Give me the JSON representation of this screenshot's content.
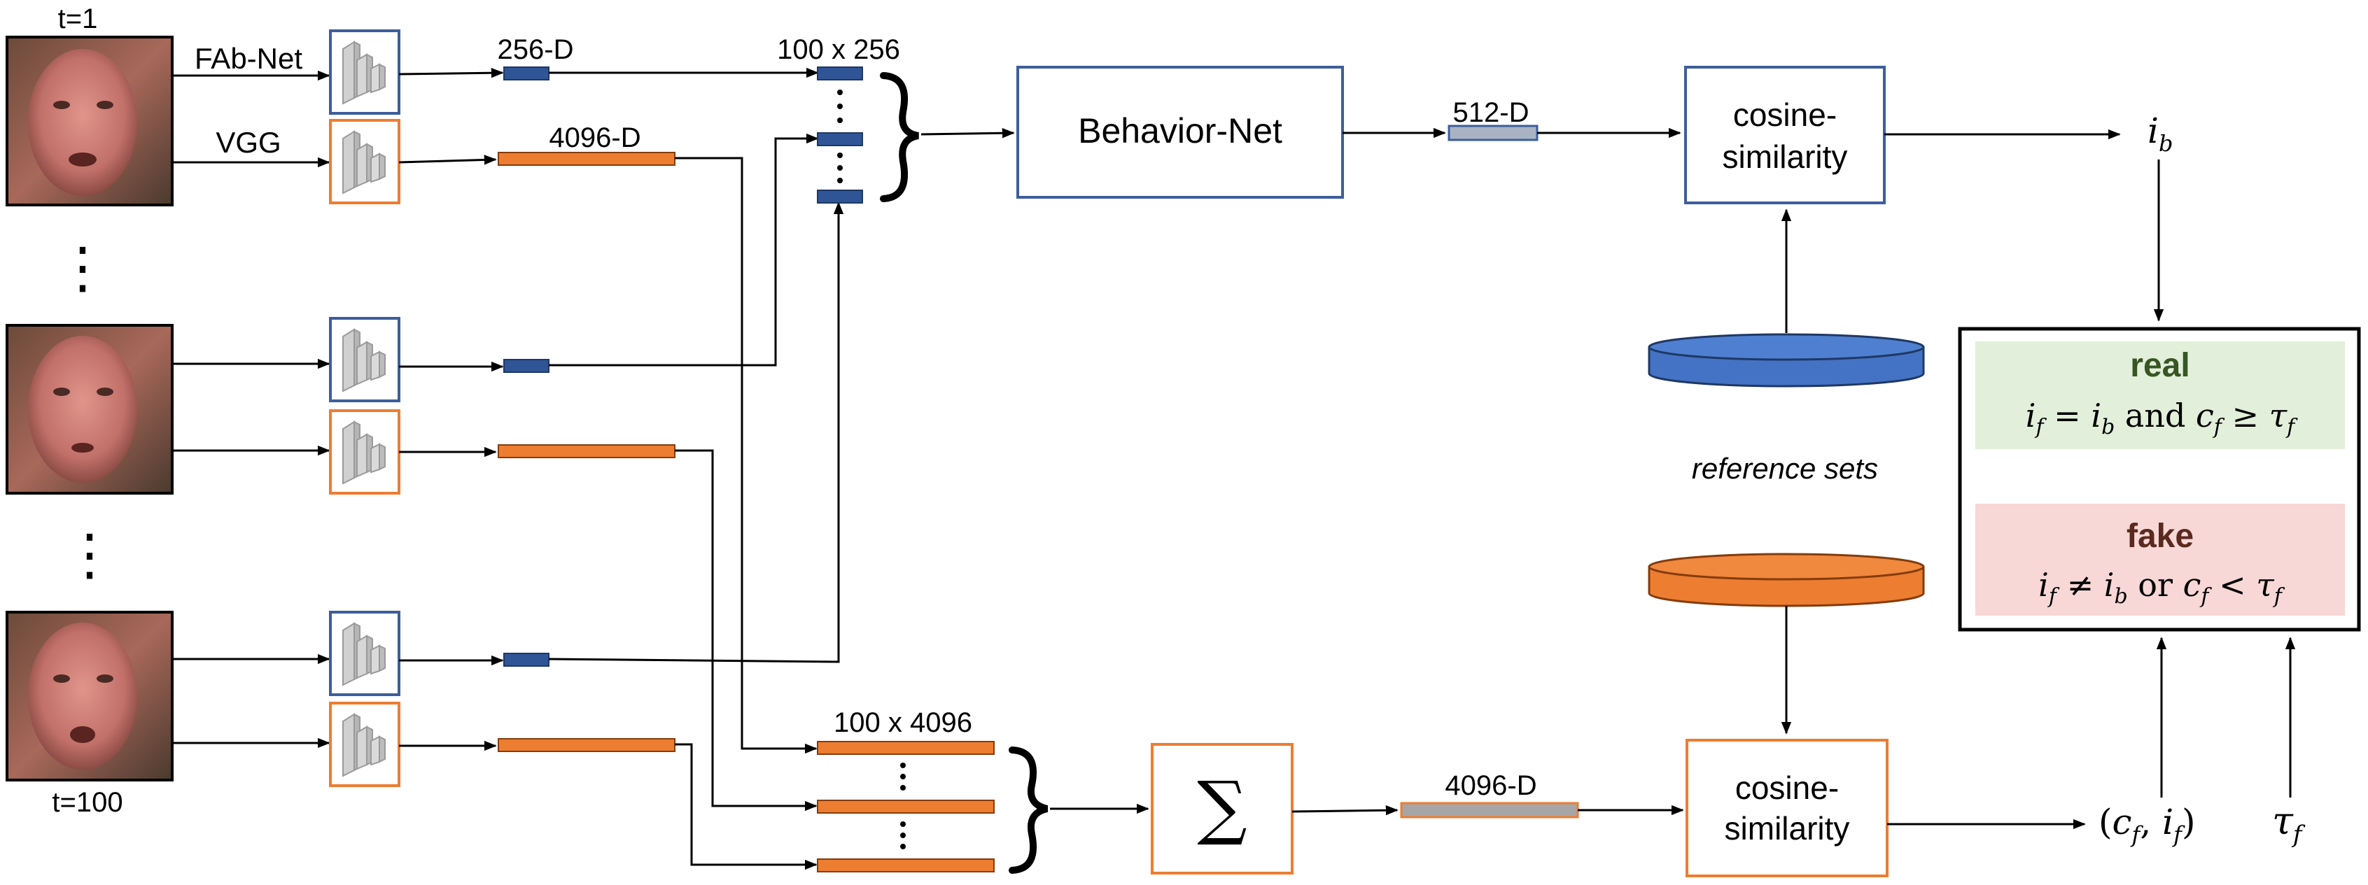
{
  "colors": {
    "blue": "#3c5e9c",
    "blue_fill": "#2f5597",
    "blue_db": "#4472c4",
    "orange": "#ed7d31",
    "gray_vec": "#a9b3c3",
    "gray_vec2": "#a6a6a6",
    "real_bg": "#e2efda",
    "fake_bg": "#f8d7d7",
    "real_text": "#375623",
    "fake_text": "#5a2a1f"
  },
  "frames": {
    "first_label": "t=1",
    "last_label": "t=100",
    "first_face": "face-frame-t1",
    "mid_face": "face-frame-middle",
    "last_face": "face-frame-t100",
    "ellipsis": "⋮"
  },
  "networks": {
    "fab_label": "FAb-Net",
    "vgg_label": "VGG",
    "icon": "cnn-network-icon"
  },
  "features": {
    "fab_dim": "256-D",
    "vgg_dim": "4096-D",
    "fab_stack": "100 x 256",
    "vgg_stack": "100 x 4096"
  },
  "behavior": {
    "box_label": "Behavior-Net",
    "output_dim": "512-D"
  },
  "sum": {
    "symbol": "∑",
    "output_dim": "4096-D"
  },
  "similarity": {
    "top_label_line1": "cosine-",
    "top_label_line2": "similarity",
    "bottom_label_line1": "cosine-",
    "bottom_label_line2": "similarity"
  },
  "reference": {
    "label": "reference sets"
  },
  "outputs": {
    "ib": "i_b",
    "cf_if": "(c_f, i_f)",
    "tau_f": "τ_f"
  },
  "decision": {
    "real_title": "real",
    "real_rule": "i_f = i_b and c_f ≥ τ_f",
    "fake_title": "fake",
    "fake_rule": "i_f ≠ i_b or c_f < τ_f"
  }
}
